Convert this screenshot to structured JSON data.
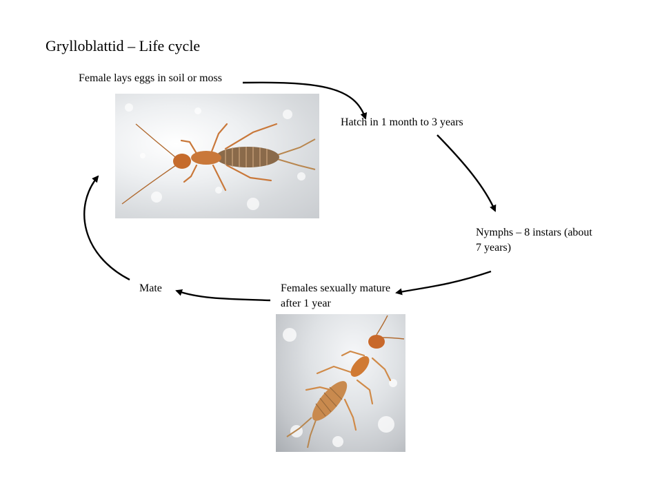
{
  "title": "Grylloblattid – Life cycle",
  "stages": {
    "eggs": "Female lays eggs in soil or moss",
    "hatch": "Hatch in 1 month to 3 years",
    "nymphs": "Nymphs – 8 instars (about 7 years)",
    "mature": "Females sexually mature after 1 year",
    "mate": "Mate"
  },
  "colors": {
    "insect_body": "#c9783a",
    "abdomen": "#8a6a4a",
    "arrow": "#000000"
  }
}
